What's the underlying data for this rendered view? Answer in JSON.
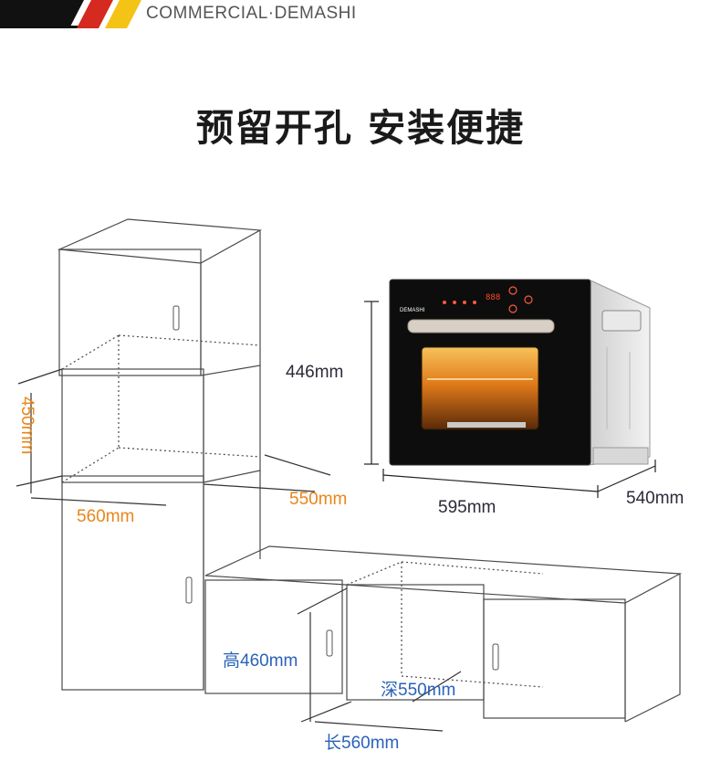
{
  "header": {
    "brand": "COMMERCIAL·DEMASHI",
    "stripe_colors": [
      "#111111",
      "#d42a20",
      "#f3c316"
    ]
  },
  "headline": "预留开孔  安装便捷",
  "oven": {
    "panel_brand": "DEMASHI",
    "display_text": "888",
    "dims": {
      "height": "446mm",
      "width": "595mm",
      "depth": "540mm"
    }
  },
  "tall_cabinet_dims": {
    "height": "450mm",
    "depth": "550mm",
    "width": "560mm"
  },
  "base_cabinet_dims": {
    "height": "高460mm",
    "depth": "深550mm",
    "width": "长560mm"
  },
  "colors": {
    "orange_label": "#e8861a",
    "blue_label": "#2a62b8",
    "dark_label": "#2b2b3a",
    "line": "#4a4a4a"
  }
}
